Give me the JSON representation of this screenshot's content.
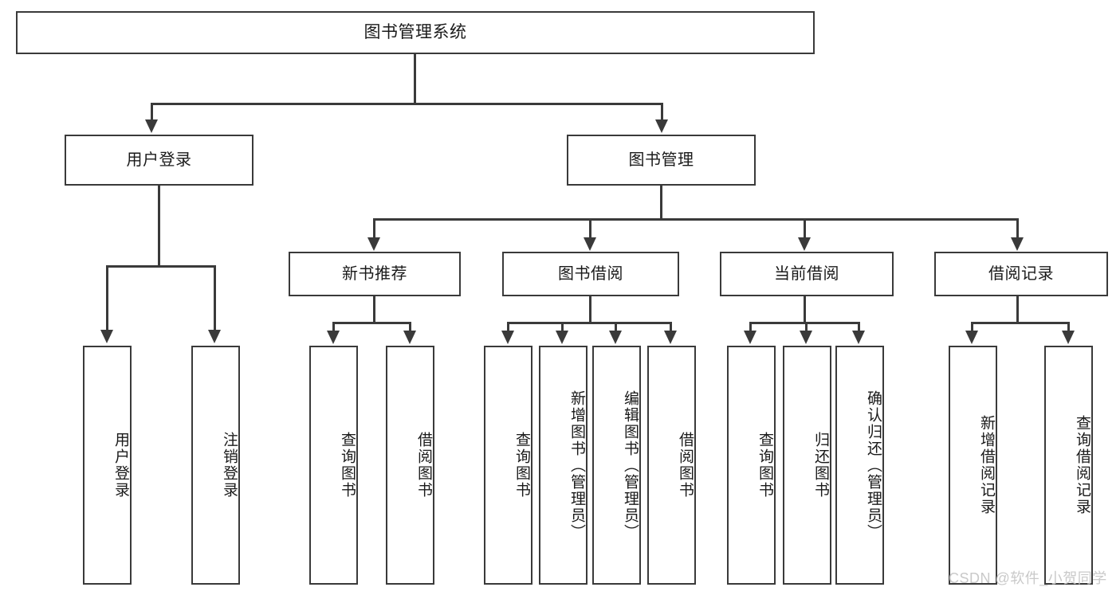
{
  "diagram": {
    "title": "图书管理系统",
    "type": "功能结构图",
    "watermark": "CSDN @软件_小贺同学",
    "colors": {
      "box_border": "#3a3a3a",
      "box_fill": "#ffffff",
      "text": "#1a1a1a",
      "connector": "#3a3a3a",
      "watermark": "#c9c9c9",
      "background": "#ffffff"
    }
  },
  "root": {
    "label": "图书管理系统"
  },
  "level1": [
    {
      "label": "用户登录"
    },
    {
      "label": "图书管理"
    }
  ],
  "level2": [
    {
      "label": "新书推荐"
    },
    {
      "label": "图书借阅"
    },
    {
      "label": "当前借阅"
    },
    {
      "label": "借阅记录"
    }
  ],
  "leaves": {
    "user_login": [
      {
        "label": "用户登录"
      },
      {
        "label": "注销登录"
      }
    ],
    "new_book_recommend": [
      {
        "label": "查询图书"
      },
      {
        "label": "借阅图书"
      }
    ],
    "book_borrow": [
      {
        "label": "查询图书"
      },
      {
        "label": "新增图书（管理员）"
      },
      {
        "label": "编辑图书（管理员）"
      },
      {
        "label": "借阅图书"
      }
    ],
    "current_borrow": [
      {
        "label": "查询图书"
      },
      {
        "label": "归还图书"
      },
      {
        "label": "确认归还（管理员）"
      }
    ],
    "borrow_record": [
      {
        "label": "新增借阅记录"
      },
      {
        "label": "查询借阅记录"
      }
    ]
  }
}
